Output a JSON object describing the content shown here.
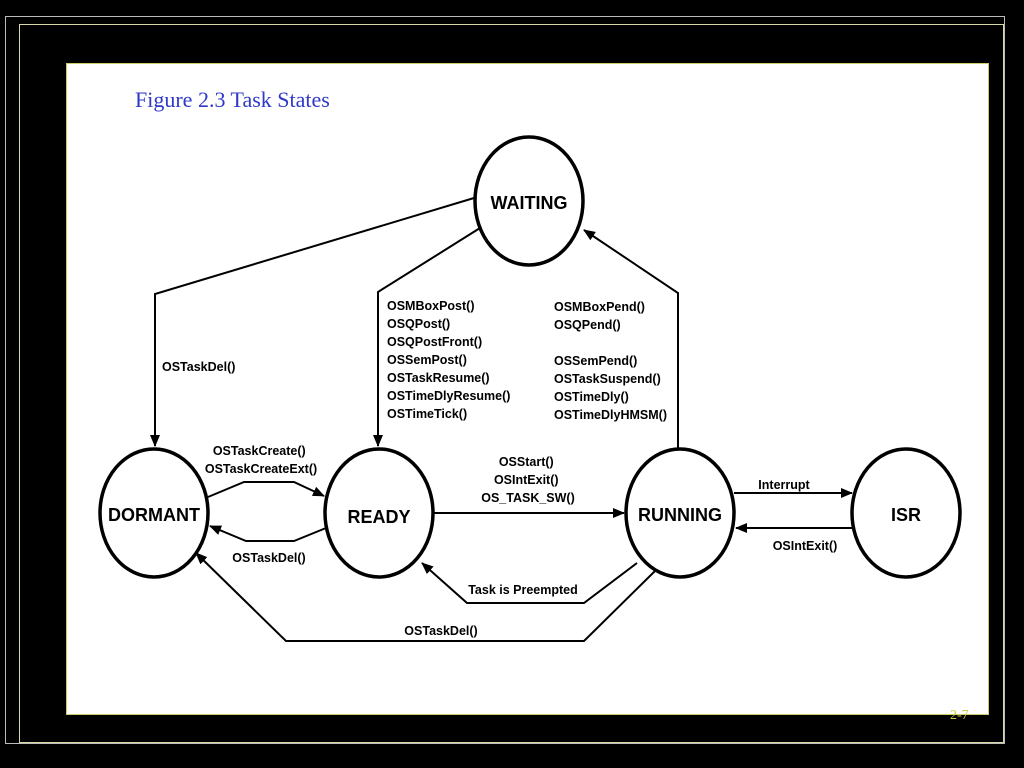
{
  "title": "Figure 2.3 Task States",
  "page_number": "2-7",
  "states": {
    "waiting": "WAITING",
    "dormant": "DORMANT",
    "ready": "READY",
    "running": "RUNNING",
    "isr": "ISR"
  },
  "transitions": {
    "waiting_to_dormant": [
      "OSTaskDel()"
    ],
    "waiting_to_ready": [
      "OSMBoxPost()",
      "OSQPost()",
      "OSQPostFront()",
      "OSSemPost()",
      "OSTaskResume()",
      "OSTimeDlyResume()",
      "OSTimeTick()"
    ],
    "running_to_waiting_a": [
      "OSMBoxPend()",
      "OSQPend()"
    ],
    "running_to_waiting_b": [
      "OSSemPend()",
      "OSTaskSuspend()",
      "OSTimeDly()",
      "OSTimeDlyHMSM()"
    ],
    "dormant_to_ready": [
      "OSTaskCreate()",
      "OSTaskCreateExt()"
    ],
    "ready_to_dormant": [
      "OSTaskDel()"
    ],
    "ready_to_running": [
      "OSStart()",
      "OSIntExit()",
      "OS_TASK_SW()"
    ],
    "running_to_isr": [
      "Interrupt"
    ],
    "isr_to_running": [
      "OSIntExit()"
    ],
    "running_to_ready": [
      "Task is Preempted"
    ],
    "running_to_dormant": [
      "OSTaskDel()"
    ]
  },
  "colors": {
    "title": "#2f39c7",
    "page_number": "#cccc44",
    "background": "#000000",
    "slide": "#ffffff"
  }
}
